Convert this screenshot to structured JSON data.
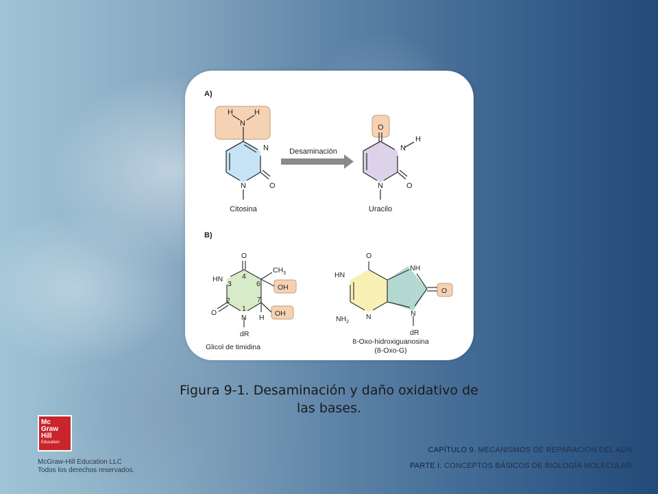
{
  "slide": {
    "caption_line1": "Figura 9-1. Desaminación y daño oxidativo de",
    "caption_line2": "las bases.",
    "chapter_label": "CAPÍTULO 9.",
    "chapter_title": "MECANISMOS DE REPARACIÓN DEL ADN",
    "part_label": "PARTE I.",
    "part_title": "CONCEPTOS BÁSICOS DE BIOLOGÍA MOLECULAR",
    "copyright_line1": "McGraw-Hill Education LLC",
    "copyright_line2": "Todos los derechos reservados.",
    "logo": [
      "Mc",
      "Graw",
      "Hill",
      "Education"
    ]
  },
  "figure": {
    "panel_a": "A)",
    "panel_b": "B)",
    "arrow_label": "Desaminación",
    "cytosine": {
      "name": "Citosina",
      "h1": "H",
      "h2": "H",
      "n_amino": "N",
      "n3": "N",
      "n1": "N",
      "o2": "O"
    },
    "uracil": {
      "name": "Uracilo",
      "o4": "O",
      "n3": "N",
      "h3": "H",
      "n1": "N",
      "o2": "O"
    },
    "thymidine_glycol": {
      "name": "Glicol de timidina",
      "o4": "O",
      "hn": "HN",
      "ch3": "CH",
      "ch3_sub": "3",
      "oh1": "OH",
      "oh2": "OH",
      "o2": "O",
      "n1": "N",
      "h": "H",
      "dr": "dR",
      "num4": "4",
      "num3": "3",
      "num6": "6",
      "num2": "2",
      "num7": "7",
      "num1": "1"
    },
    "oxo_guanosine": {
      "name_line1": "8-Oxo-hidroxiguanosina",
      "name_line2": "(8-Oxo-G)",
      "o_top": "O",
      "nh": "NH",
      "hn": "HN",
      "o8": "O",
      "nh2": "NH",
      "nh2_sub": "2",
      "n3": "N",
      "n9": "N",
      "dr": "dR"
    },
    "colors": {
      "amino_box": "#f5d2b4",
      "cytosine_ring": "#c6e2f5",
      "uracil_ring": "#dcd2ea",
      "glycol_ring": "#d8ebc8",
      "oxo_pyrimidine": "#f8f0b4",
      "oxo_five": "#b4d8d2",
      "arrow": "#8a8a8a"
    }
  }
}
